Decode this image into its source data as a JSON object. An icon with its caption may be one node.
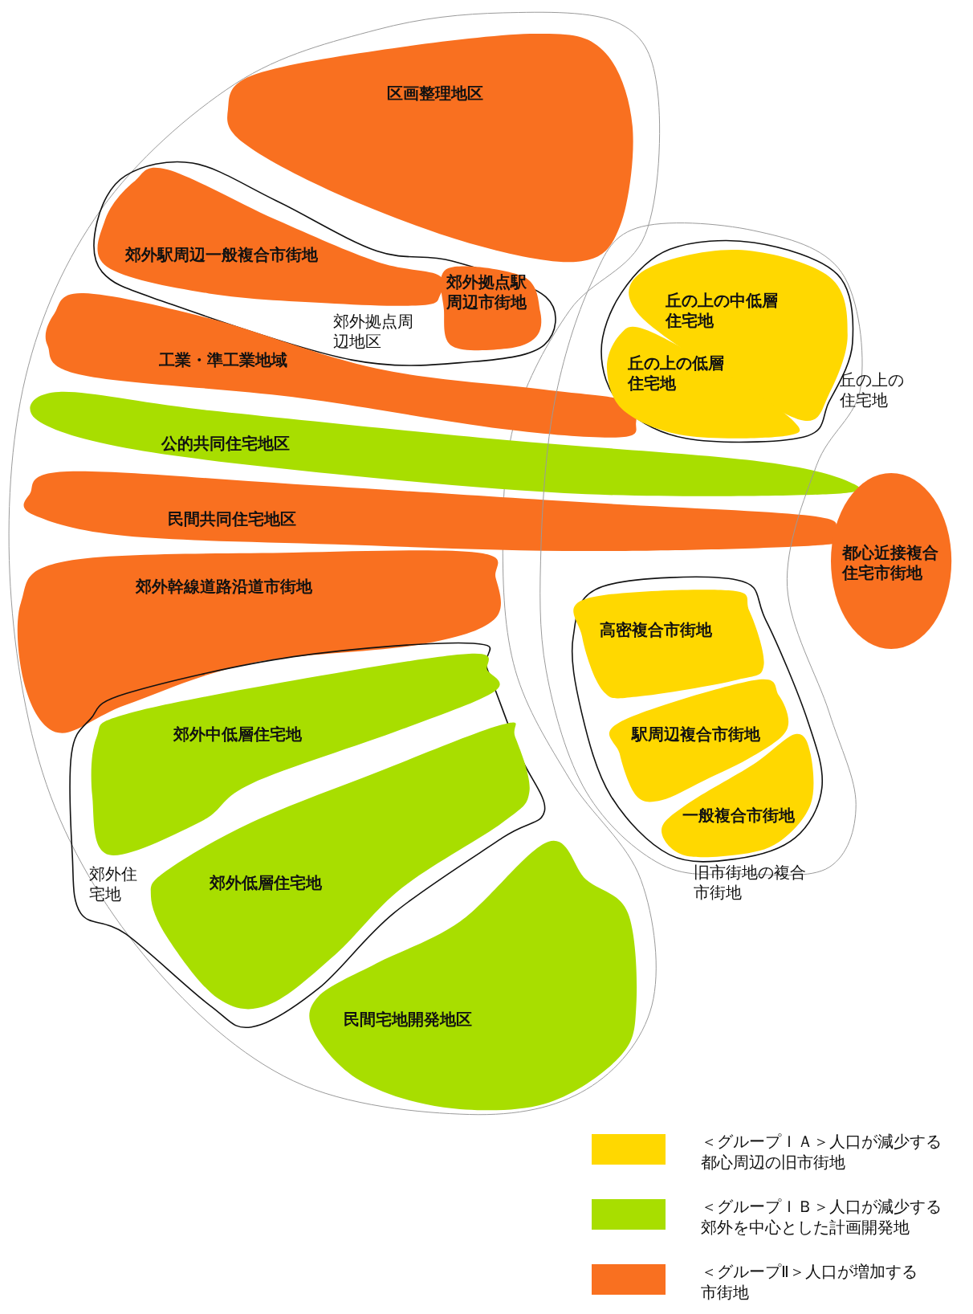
{
  "diagram": {
    "nodes": [
      {
        "text": [],
        "shape": "box"
      },
      {
        "text": [
          "区画整理地区"
        ],
        "in": 0
      },
      {
        "text": [
          "郊外拠点周辺地区"
        ],
        "in": 0
      },
      {
        "text": [
          "郊外駅周辺一般複合市街地"
        ],
        "in": 2
      },
      {
        "text": [
          "郊外拠点駅周辺市街地"
        ],
        "in": 2
      },
      {
        "text": [
          "工業・準工業地域"
        ],
        "in": 0
      },
      {
        "text": [
          "公的共同住宅地区"
        ]
      },
      {
        "text": [
          "民間共同住宅地区"
        ]
      },
      {
        "text": [
          "郊外幹線道路沿道市街地"
        ],
        "in": 0
      },
      {
        "text": [
          "郊外住宅地"
        ],
        "in": 0
      },
      {
        "text": [
          "郊外中低層住宅地"
        ],
        "in": 9
      },
      {
        "text": [
          "郊外低層住宅地"
        ],
        "in": 9
      },
      {
        "text": [
          "民間宅地開発地区"
        ],
        "in": 0
      },
      {
        "text": [],
        "shape": "box"
      },
      {
        "text": [
          "丘の上の住宅地"
        ],
        "in": 13
      },
      {
        "text": [
          "丘の上の中低層住宅地"
        ],
        "in": 14
      },
      {
        "text": [
          "丘の上の低層住宅地"
        ],
        "in": 14
      },
      {
        "text": [
          "都心近接複合住宅市街地"
        ]
      },
      {
        "text": [
          "旧市街地の複合市街地"
        ],
        "in": 13
      },
      {
        "text": [
          "高密複合市街地"
        ],
        "in": 18
      },
      {
        "text": [
          "駅周辺複合市街地"
        ],
        "in": 18
      },
      {
        "text": [
          "一般複合市街地"
        ],
        "in": 18
      }
    ],
    "legend": [
      {
        "text": "＜グループＩＡ＞人口が減少する都心周辺の旧市街地",
        "color": "#ffd800"
      },
      {
        "text": "＜グループＩＢ＞人口が減少する郊外を中心とした計画開発地",
        "color": "#a8de00"
      },
      {
        "text": "＜グループⅡ＞人口が増加する市街地",
        "color": "#f97020"
      }
    ]
  }
}
